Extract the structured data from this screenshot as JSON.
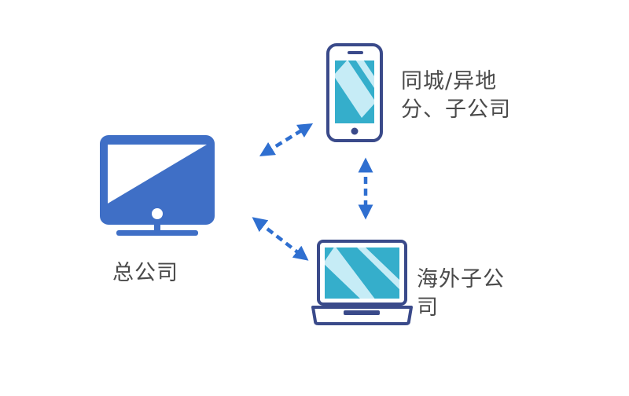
{
  "nodes": {
    "headquarters": {
      "label": "总公司"
    },
    "branch": {
      "label_lines": [
        "同城/异地",
        "分、子公司"
      ]
    },
    "overseas": {
      "label_lines": [
        "海外子公",
        "司"
      ]
    }
  },
  "colors": {
    "primary_blue": "#3f6fc6",
    "dark_blue": "#3a4a8a",
    "screen_cyan": "#35aecb",
    "light_stripe": "#c6ecf6",
    "arrow_blue": "#2f6fd0",
    "text_gray": "#4a4a4a"
  },
  "icons": {
    "headquarters": "desktop-monitor-icon",
    "branch": "smartphone-icon",
    "overseas": "laptop-icon"
  }
}
